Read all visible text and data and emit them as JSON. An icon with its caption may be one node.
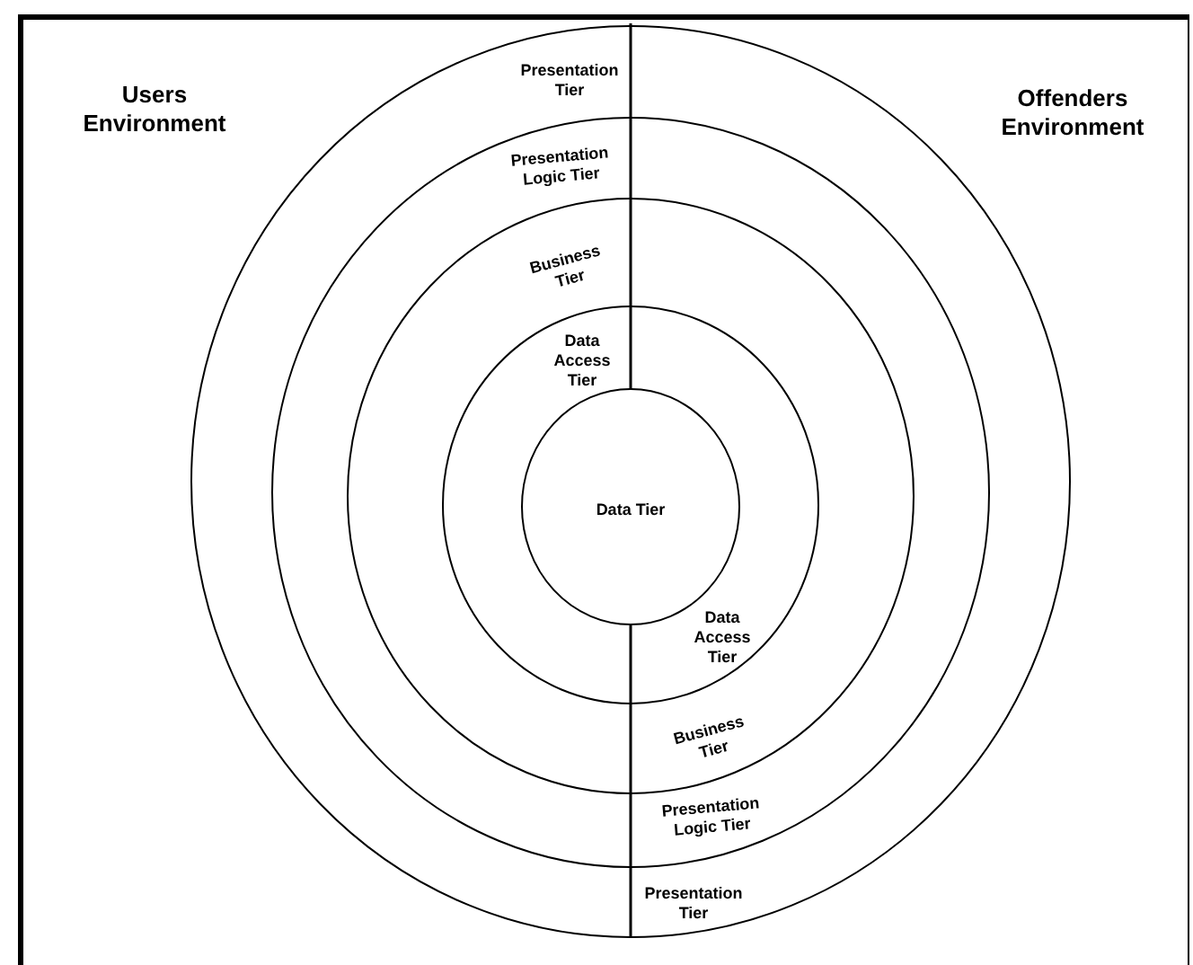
{
  "diagram": {
    "nodes": [
      {
        "text": [
          "Presentation Tier",
          "Presentation Tier"
        ]
      },
      {
        "text": [
          "Presentation Logic Tier",
          "Presentation Logic Tier"
        ],
        "in": 0
      },
      {
        "text": [
          "Business Tier",
          "Business Tier"
        ],
        "in": 1
      },
      {
        "text": [
          "Data Access Tier",
          "Data Access Tier"
        ],
        "in": 2
      },
      {
        "text": [
          "Data Tier"
        ],
        "in": 3
      }
    ],
    "labels": [
      "Users Environment",
      "Offenders Environment"
    ]
  }
}
